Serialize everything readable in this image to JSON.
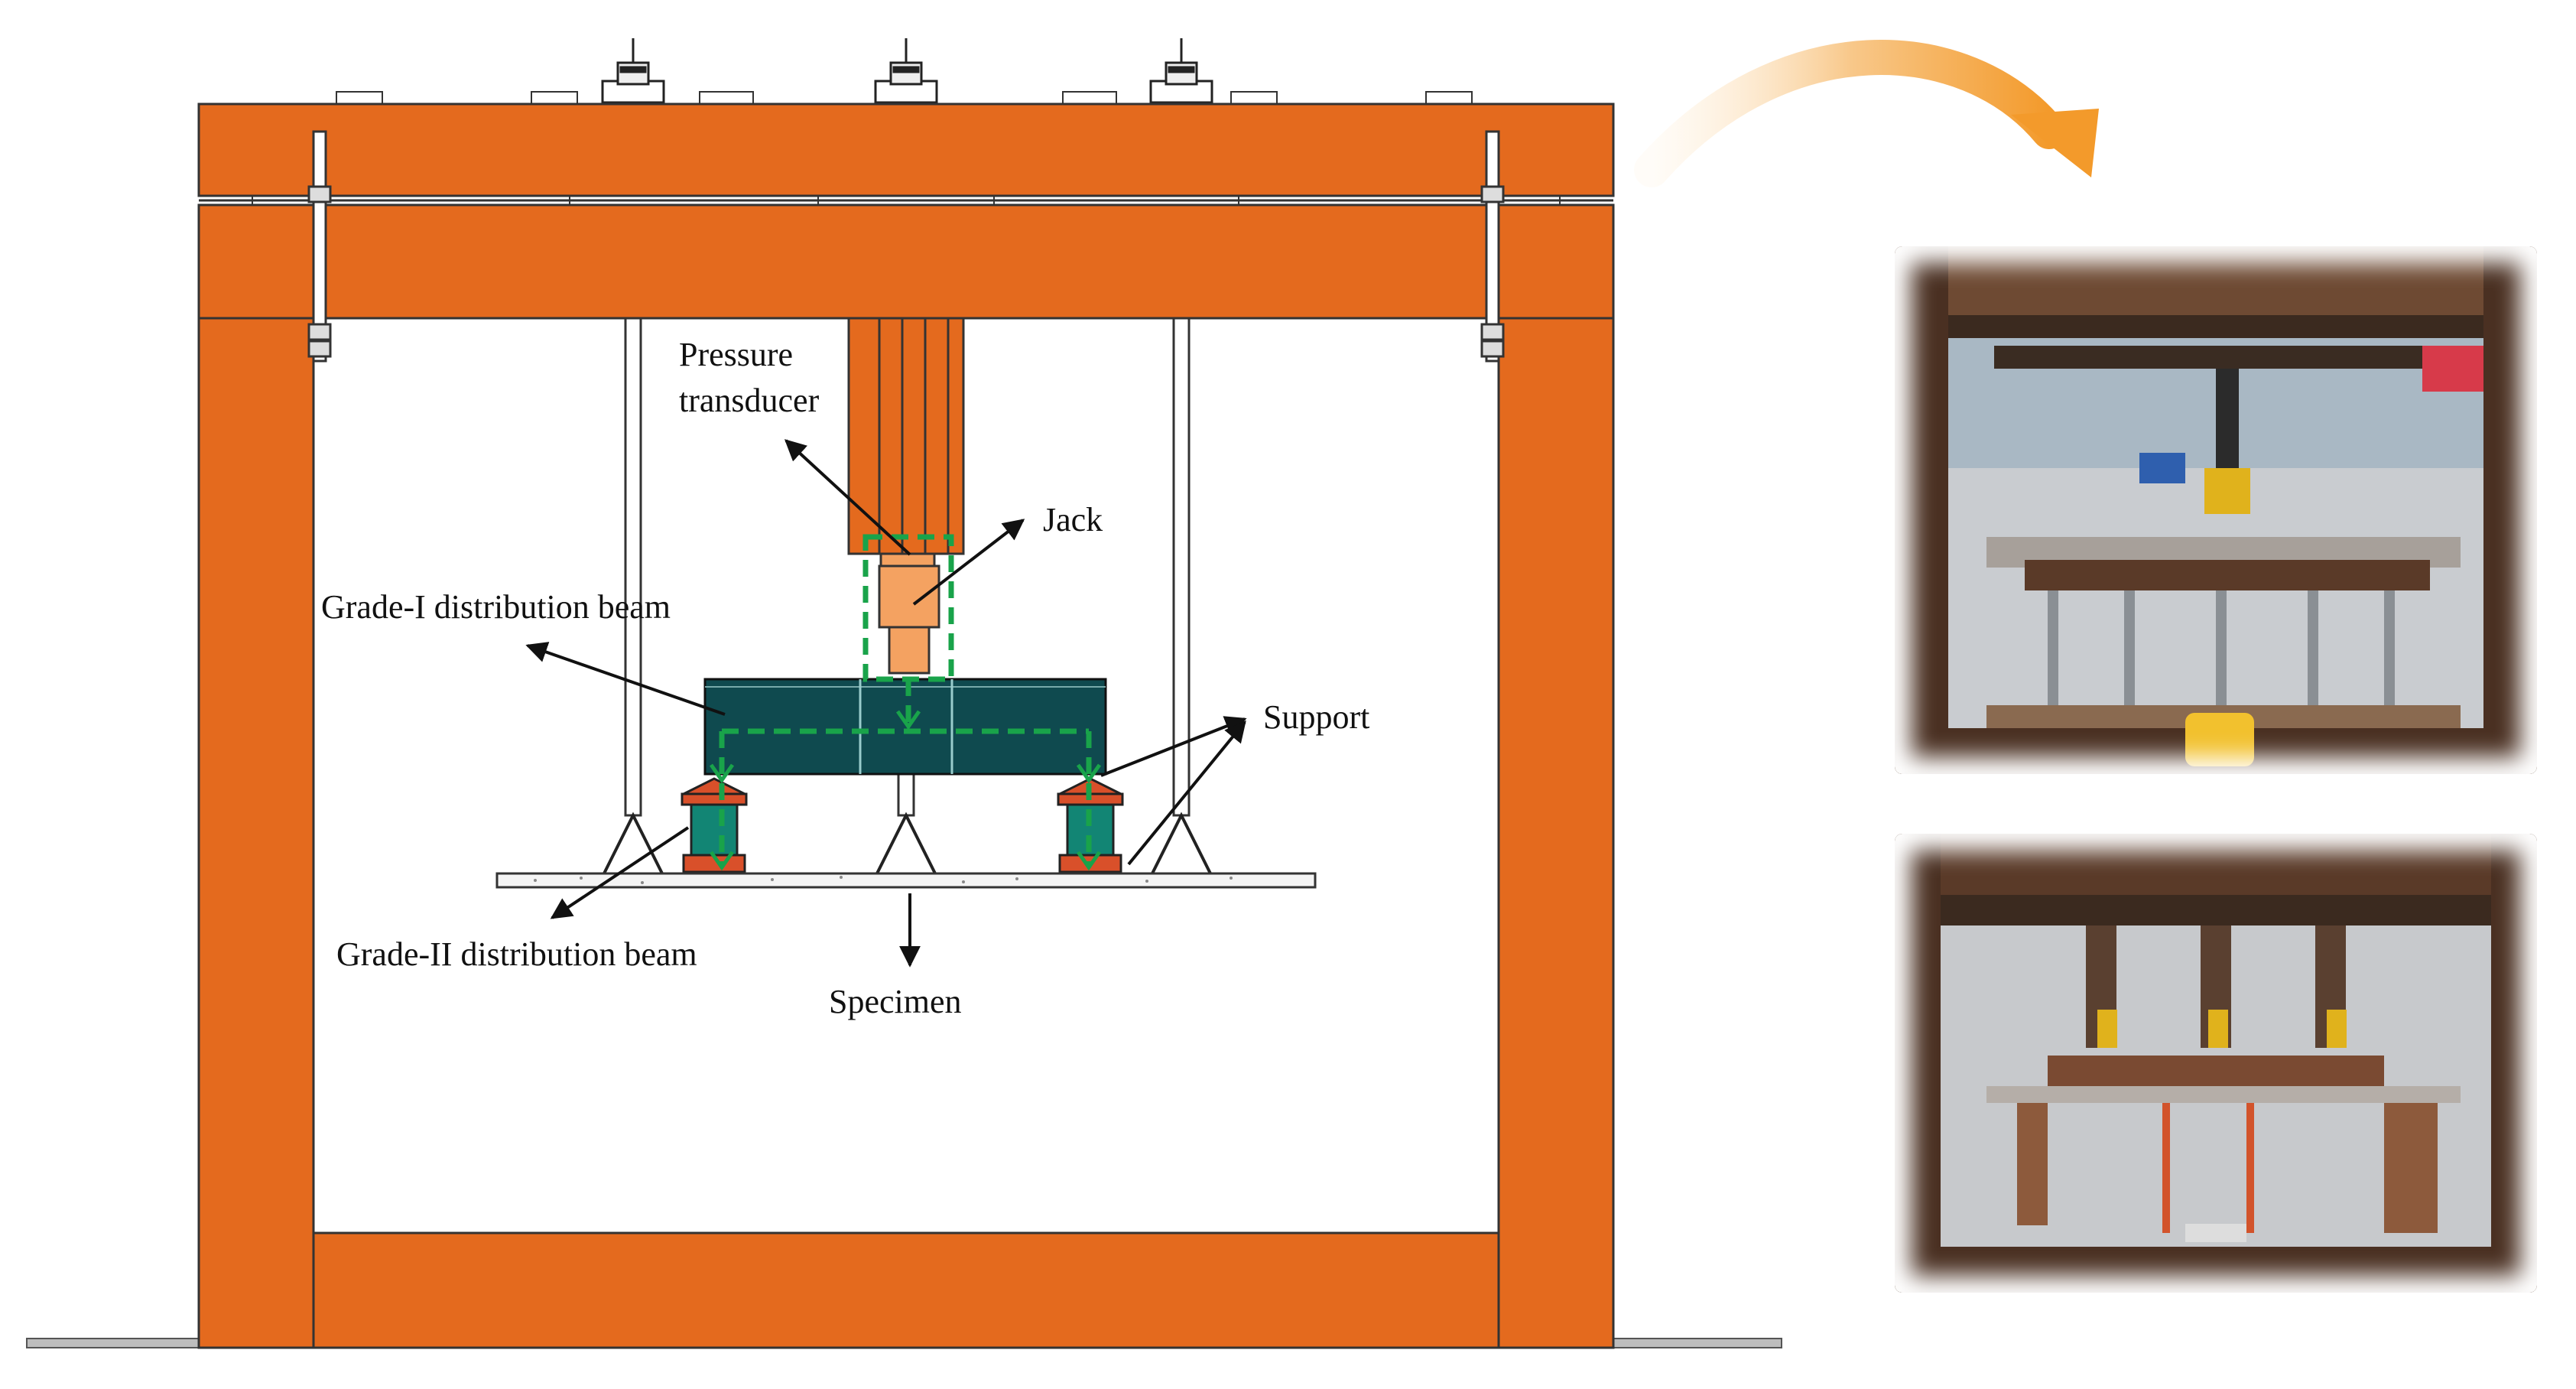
{
  "labels": {
    "pressure_transducer_line1": "Pressure",
    "pressure_transducer_line2": "transducer",
    "jack": "Jack",
    "grade1_beam": "Grade-I distribution beam",
    "support": "Support",
    "grade2_beam": "Grade-II distribution beam",
    "specimen": "Specimen"
  },
  "colors": {
    "frame_orange": "#E46A1E",
    "beam_teal": "#0F4A4F",
    "jack_light": "#F4A261",
    "load_path_green": "#19A34A",
    "support_red": "#D9502A",
    "arrow_gradient_start": "#FFF1DC",
    "arrow_gradient_end": "#F39A2B"
  },
  "icons": {
    "transition_arrow": "curved-arrow-icon",
    "photos": [
      "test-rig-photo-front",
      "test-rig-photo-front-2"
    ]
  }
}
